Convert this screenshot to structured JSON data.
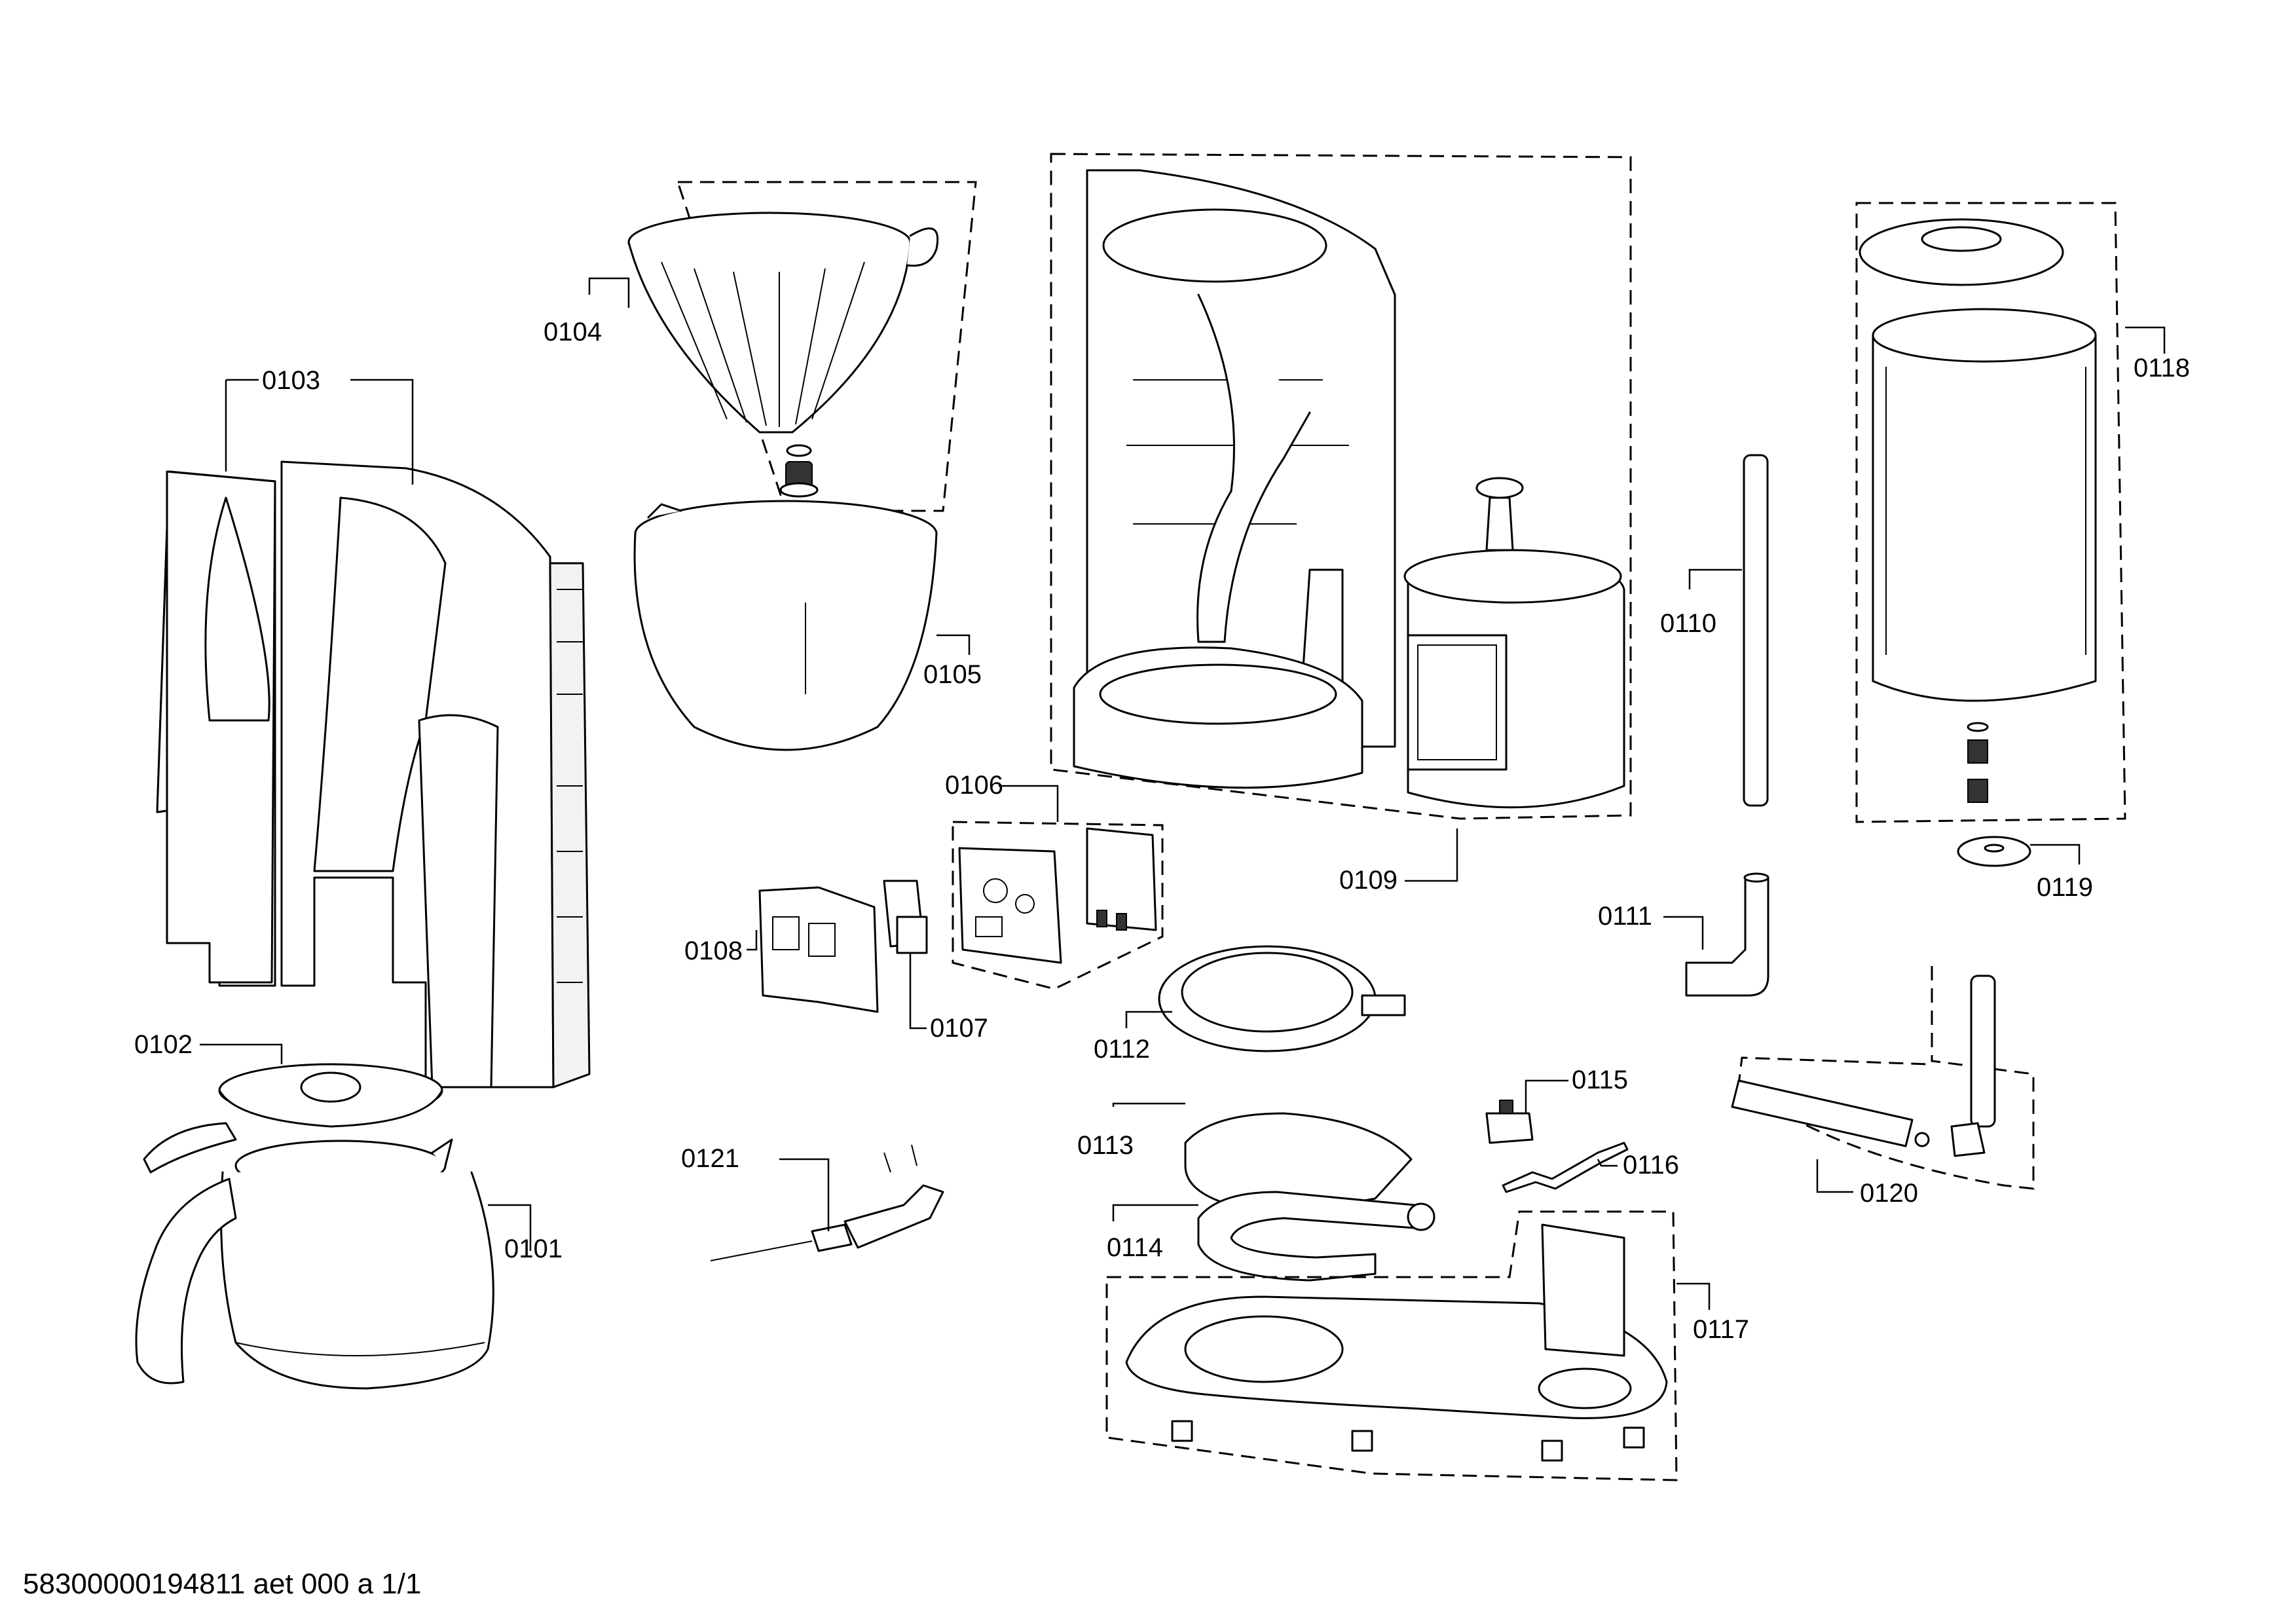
{
  "parts": [
    {
      "id": "0101",
      "label": "0101"
    },
    {
      "id": "0102",
      "label": "0102"
    },
    {
      "id": "0103",
      "label": "0103"
    },
    {
      "id": "0104",
      "label": "0104"
    },
    {
      "id": "0105",
      "label": "0105"
    },
    {
      "id": "0106",
      "label": "0106"
    },
    {
      "id": "0107",
      "label": "0107"
    },
    {
      "id": "0108",
      "label": "0108"
    },
    {
      "id": "0109",
      "label": "0109"
    },
    {
      "id": "0110",
      "label": "0110"
    },
    {
      "id": "0111",
      "label": "0111"
    },
    {
      "id": "0112",
      "label": "0112"
    },
    {
      "id": "0113",
      "label": "0113"
    },
    {
      "id": "0114",
      "label": "0114"
    },
    {
      "id": "0115",
      "label": "0115"
    },
    {
      "id": "0116",
      "label": "0116"
    },
    {
      "id": "0117",
      "label": "0117"
    },
    {
      "id": "0118",
      "label": "0118"
    },
    {
      "id": "0119",
      "label": "0119"
    },
    {
      "id": "0120",
      "label": "0120"
    },
    {
      "id": "0121",
      "label": "0121"
    }
  ],
  "footer": "58300000194811 aet 000 a 1/1"
}
